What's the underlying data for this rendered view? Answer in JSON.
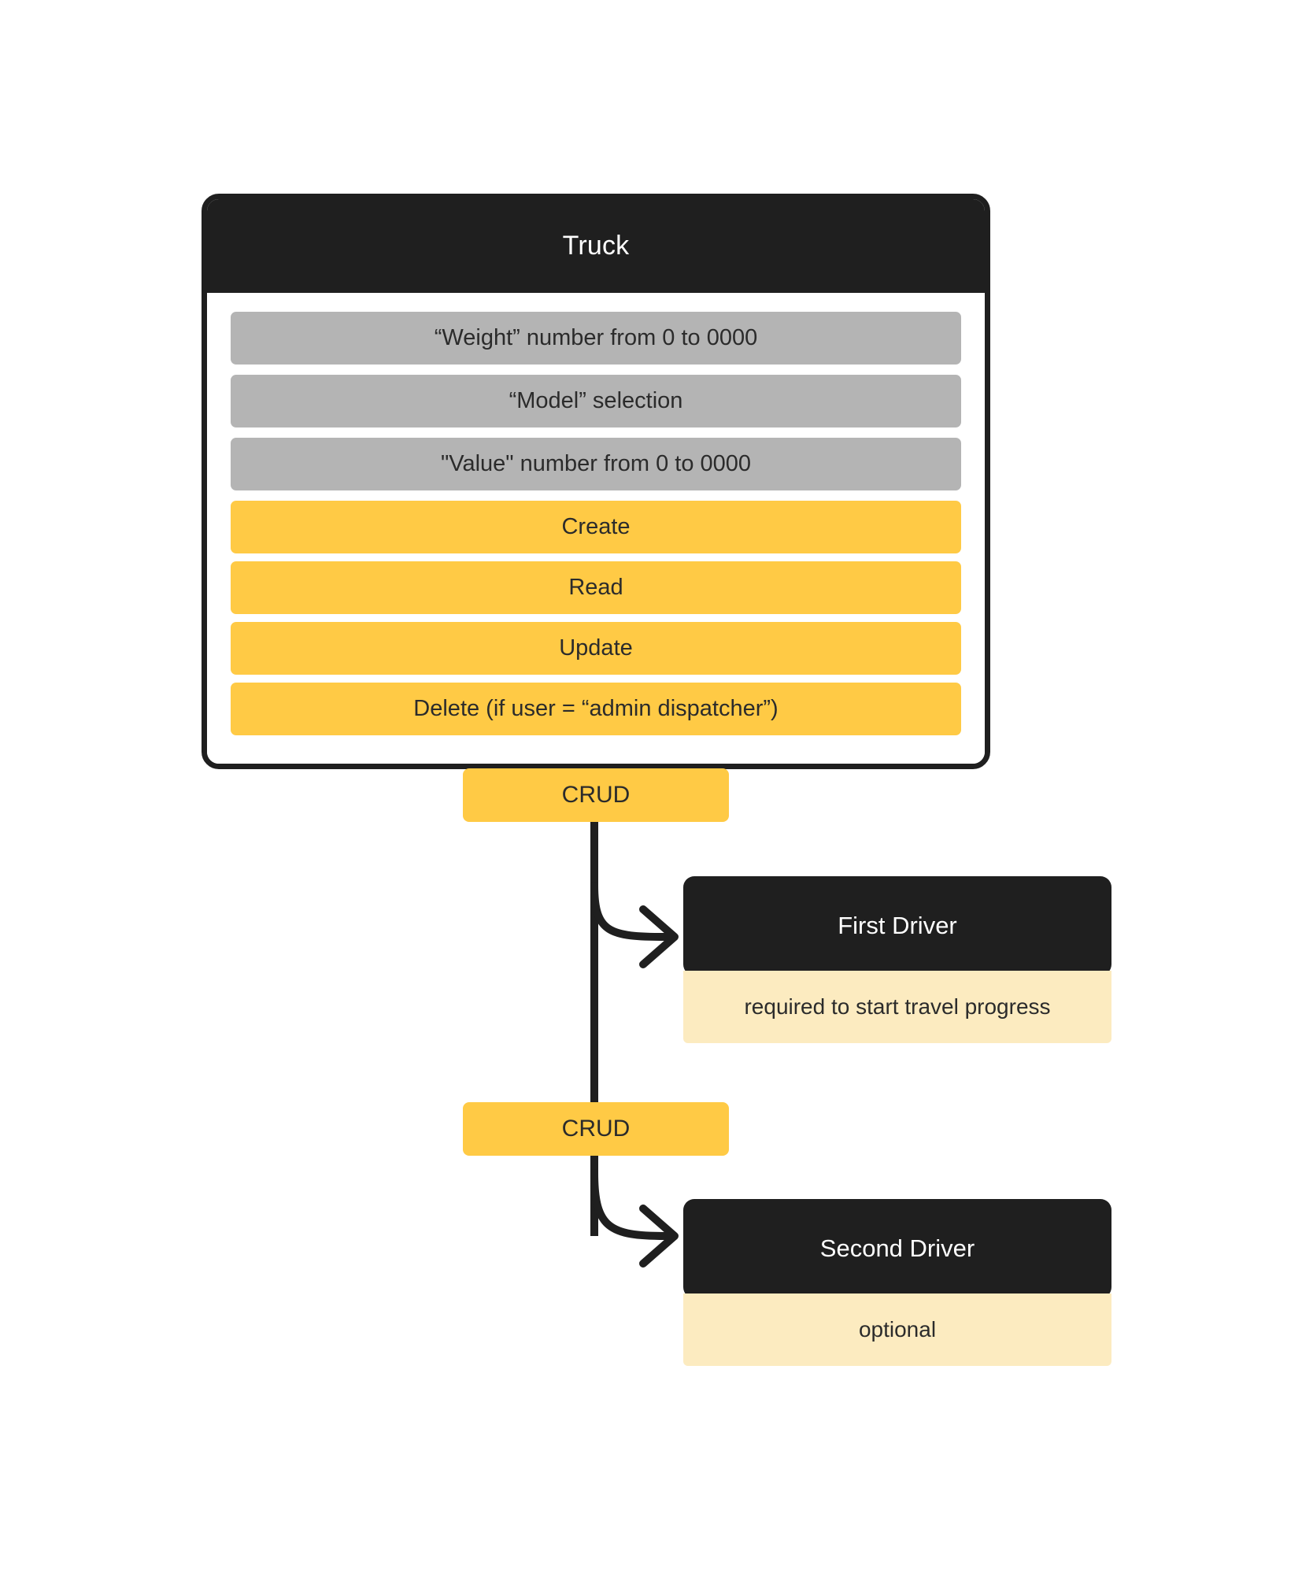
{
  "diagram": {
    "entity": {
      "title": "Truck",
      "fields": [
        {
          "label": "“Weight” number from 0 to 0000"
        },
        {
          "label": "“Model” selection"
        },
        {
          "label": "\"Value\" number from 0 to 0000"
        }
      ],
      "actions": [
        {
          "label": "Create"
        },
        {
          "label": "Read"
        },
        {
          "label": "Update"
        },
        {
          "label": "Delete (if user = “admin dispatcher”)"
        }
      ]
    },
    "relations": [
      {
        "label": "CRUD"
      },
      {
        "label": "CRUD"
      }
    ],
    "related_entities": [
      {
        "title": "First Driver",
        "note": "required to start travel progress"
      },
      {
        "title": "Second Driver",
        "note": "optional"
      }
    ],
    "colors": {
      "accent_yellow": "#FFCA45",
      "pale_yellow": "#FCEBC0",
      "field_gray": "#B4B4B4",
      "dark": "#1F1F1F",
      "background": "#FFFFFF",
      "text_light": "#FFFFFF",
      "text_dark": "#2B2B2B"
    }
  }
}
